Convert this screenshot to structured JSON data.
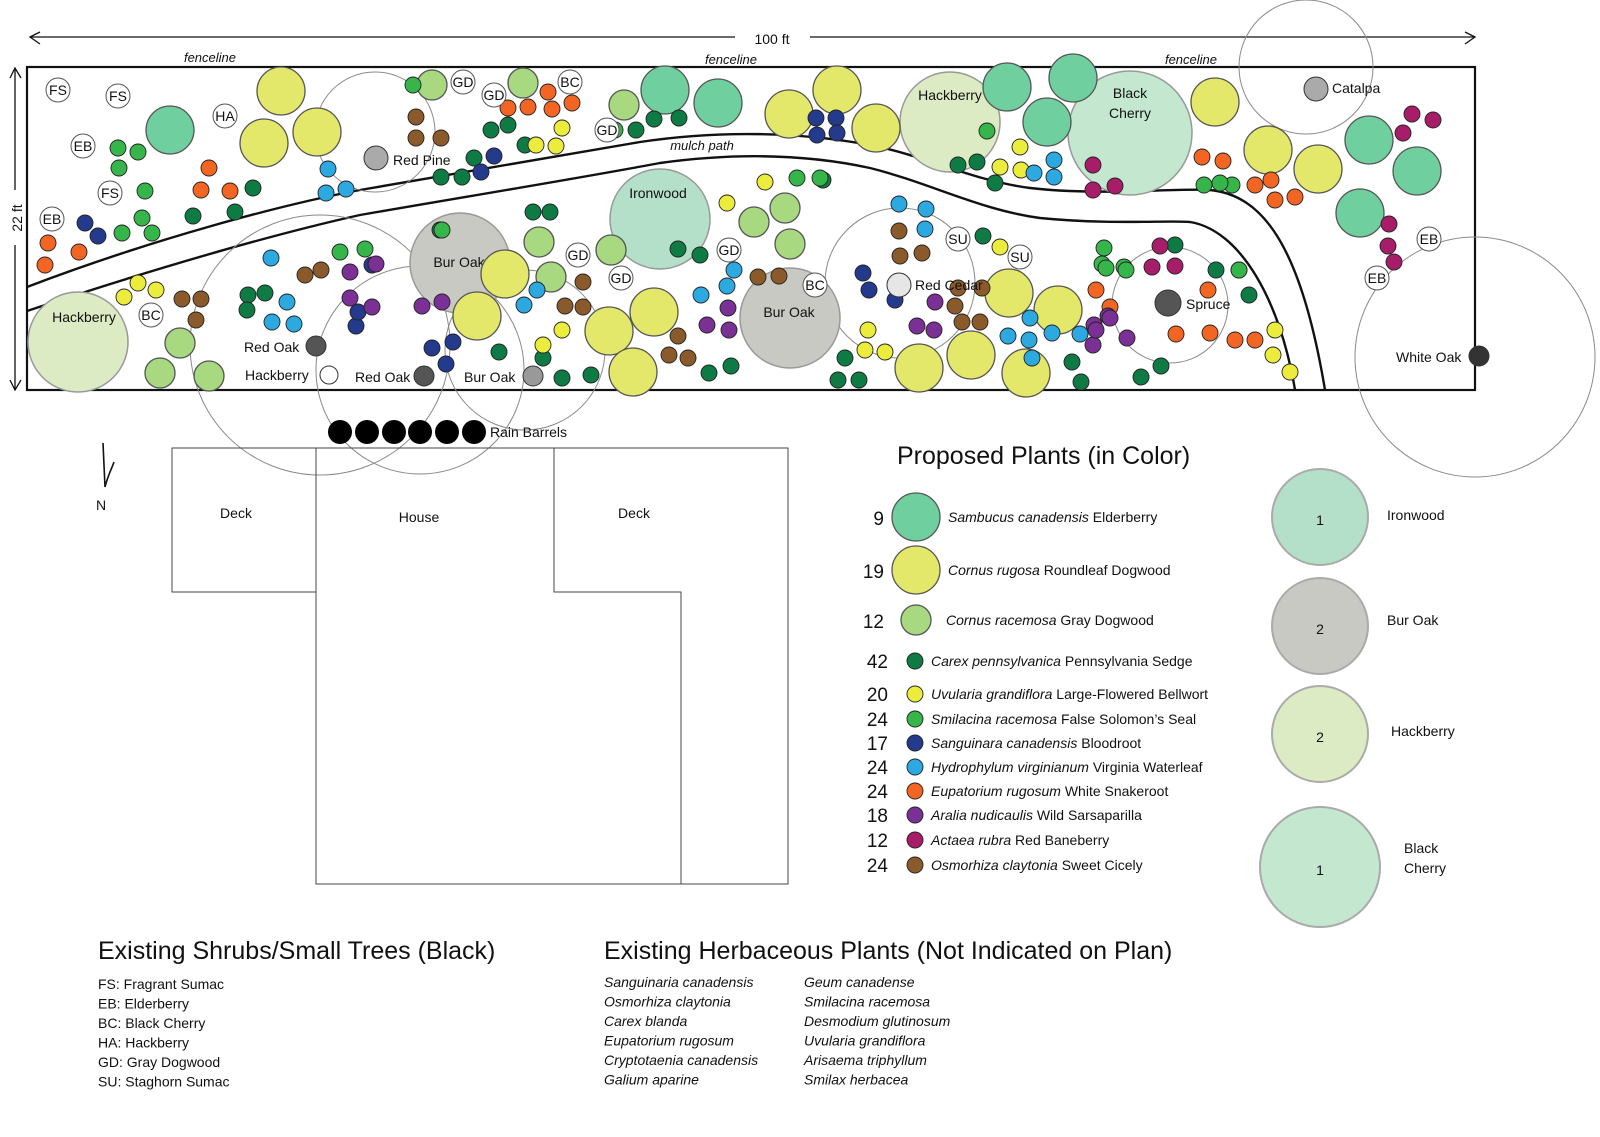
{
  "plan": {
    "width_label": "100 ft",
    "depth_label": "22 ft",
    "fenceline_label": "fenceline",
    "mulch_path_label": "mulch path",
    "north_label": "N",
    "rain_barrels_label": "Rain Barrels",
    "house_label": "House",
    "deck_label": "Deck",
    "existing_tree_labels": {
      "red_pine": "Red Pine",
      "catalpa": "Catalpa",
      "red_oak": "Red Oak",
      "hackberry": "Hackberry",
      "bur_oak": "Bur Oak",
      "red_cedar": "Red Cedar",
      "spruce": "Spruce",
      "white_oak": "White Oak"
    },
    "proposed_tree_labels": {
      "ironwood": "Ironwood",
      "bur_oak": "Bur Oak",
      "hackberry": "Hackberry",
      "black_cherry": "Black Cherry"
    },
    "shrub_codes": [
      "FS",
      "EB",
      "BC",
      "HA",
      "GD",
      "SU"
    ]
  },
  "proposed": {
    "title": "Proposed Plants (in Color)",
    "shrubs": [
      {
        "count": "9",
        "latin": "Sambucus canadensis",
        "common": "Elderberry",
        "color": "#6fcf9f"
      },
      {
        "count": "19",
        "latin": "Cornus rugosa",
        "common": "Roundleaf Dogwood",
        "color": "#e3e86b"
      },
      {
        "count": "12",
        "latin": "Cornus racemosa",
        "common": "Gray Dogwood",
        "color": "#a8d87f"
      }
    ],
    "herbaceous": [
      {
        "count": "42",
        "latin": "Carex pennsylvanica",
        "common": "Pennsylvania Sedge",
        "color": "#0f7b44"
      },
      {
        "count": "20",
        "latin": "Uvularia grandiflora",
        "common": "Large-Flowered Bellwort",
        "color": "#ecec3c"
      },
      {
        "count": "24",
        "latin": "Smilacina racemosa",
        "common": "False Solomon’s Seal",
        "color": "#36b54a"
      },
      {
        "count": "17",
        "latin": "Sanguinara canadensis",
        "common": "Bloodroot",
        "color": "#243a8c"
      },
      {
        "count": "24",
        "latin": "Hydrophylum virginianum",
        "common": "Virginia Waterleaf",
        "color": "#2ba9e0"
      },
      {
        "count": "24",
        "latin": "Eupatorium rugosum",
        "common": "White Snakeroot",
        "color": "#f26522"
      },
      {
        "count": "18",
        "latin": "Aralia nudicaulis",
        "common": "Wild Sarsaparilla",
        "color": "#7b3096"
      },
      {
        "count": "12",
        "latin": "Actaea rubra",
        "common": "Red Baneberry",
        "color": "#a81d6a"
      },
      {
        "count": "24",
        "latin": "Osmorhiza claytonia",
        "common": "Sweet Cicely",
        "color": "#8b5a2b"
      }
    ],
    "trees": [
      {
        "count": "1",
        "name": "Ironwood",
        "color": "#b4e0c9"
      },
      {
        "count": "2",
        "name": "Bur Oak",
        "color": "#c8c9c3"
      },
      {
        "count": "2",
        "name": "Hackberry",
        "color": "#dcebc4"
      },
      {
        "count": "1",
        "name": "Black Cherry",
        "name_line1": "Black",
        "name_line2": "Cherry",
        "color": "#c3e8cf"
      }
    ]
  },
  "existing_shrubs": {
    "title": "Existing Shrubs/Small Trees (Black)",
    "items": [
      "FS: Fragrant Sumac",
      "EB: Elderberry",
      "BC: Black Cherry",
      "HA: Hackberry",
      "GD: Gray Dogwood",
      "SU: Staghorn Sumac"
    ]
  },
  "existing_herbaceous": {
    "title": "Existing Herbaceous Plants (Not Indicated on Plan)",
    "column1": [
      "Sanguinaria canadensis",
      "Osmorhiza claytonia",
      "Carex blanda",
      "Eupatorium rugosum",
      "Cryptotaenia canadensis",
      "Galium aparine"
    ],
    "column2": [
      "Geum canadense",
      "Smilacina racemosa",
      "Desmodium glutinosum",
      "Uvularia grandiflora",
      "Arisaema triphyllum",
      "Smilax herbacea"
    ]
  }
}
